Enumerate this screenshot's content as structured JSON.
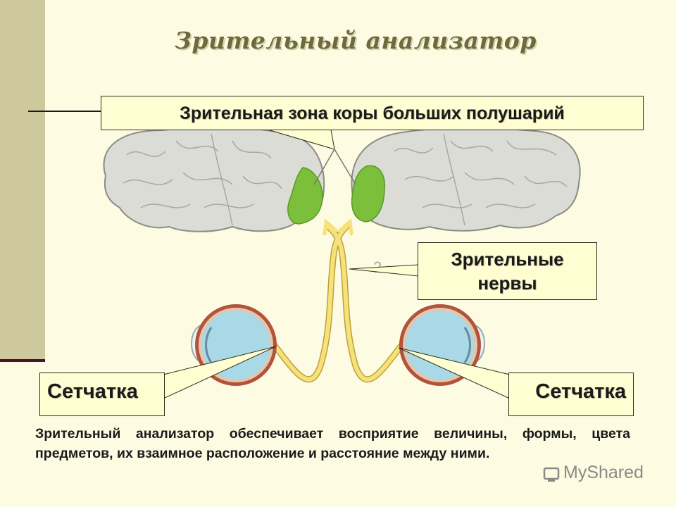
{
  "title": "Зрительный анализатор",
  "labels": {
    "cortex": "Зрительная зона коры больших полушарий",
    "nerves_line1": "Зрительные",
    "nerves_line2": "нервы",
    "retina_left": "Сетчатка",
    "retina_right": "Сетчатка"
  },
  "caption": "Зрительный анализатор обеспечивает восприятие величины, формы, цвета предметов, их взаимное расположение и расстояние между ними.",
  "watermark": "MyShared",
  "colors": {
    "background": "#fdfbe2",
    "left_bar": "#cdc99c",
    "brain": "#dcdcd6",
    "visual_cortex": "#7cbf3a",
    "nerve": "#f6e27a",
    "eye": "#a9d8e6"
  }
}
